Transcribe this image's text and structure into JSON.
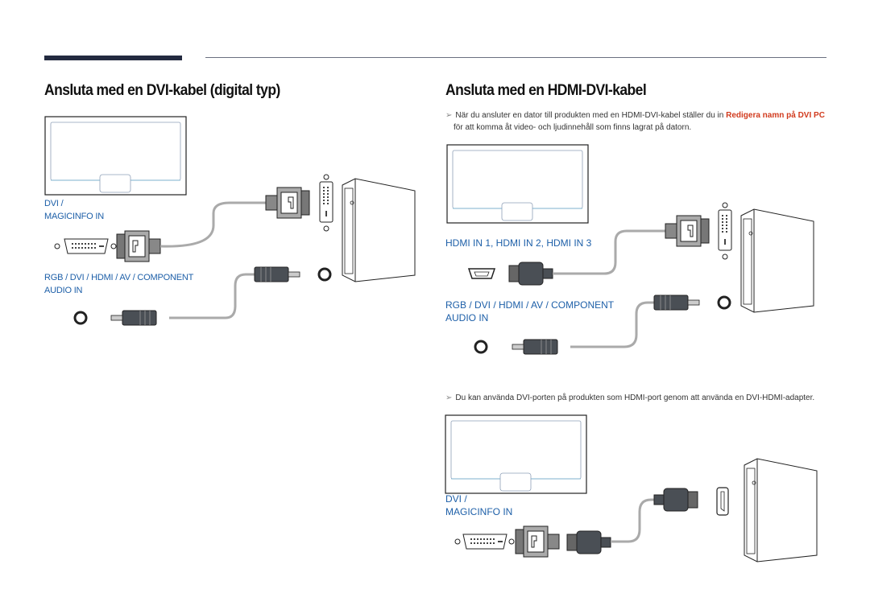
{
  "header": {
    "left_title": "Ansluta med en DVI-kabel (digital typ)",
    "right_title": "Ansluta med en HDMI-DVI-kabel"
  },
  "left_diagram": {
    "port_label_line1": "DVI /",
    "port_label_line2": "MAGICINFO IN",
    "audio_label_line1": "RGB / DVI / HDMI / AV / COMPONENT",
    "audio_label_line2": "AUDIO IN"
  },
  "right_diagram": {
    "note1_text": "När du ansluter en dator till produkten med en HDMI-DVI-kabel ställer du in",
    "note1_highlight": "Redigera namn på DVI PC",
    "note1_line2": "för att komma åt video- och ljudinnehåll som finns lagrat på datorn.",
    "hdmi_label": "HDMI IN 1, HDMI IN 2, HDMI IN 3",
    "audio_label_line1": "RGB / DVI / HDMI / AV / COMPONENT",
    "audio_label_line2": "AUDIO IN",
    "note2_text": "Du kan använda DVI-porten på produkten som HDMI-port genom att använda en DVI-HDMI-adapter.",
    "port_label_line1": "DVI /",
    "port_label_line2": "MAGICINFO IN"
  },
  "icons": {
    "note_arrow": "➢",
    "monitor": "monitor-icon",
    "pc_tower": "pc-tower-icon",
    "dvi_connector": "dvi-connector-icon",
    "hdmi_connector": "hdmi-connector-icon",
    "audio_jack": "audio-jack-icon"
  },
  "colors": {
    "label_blue": "#1d5fa8",
    "highlight_red": "#d13a1d",
    "header_bar": "#232a40"
  }
}
